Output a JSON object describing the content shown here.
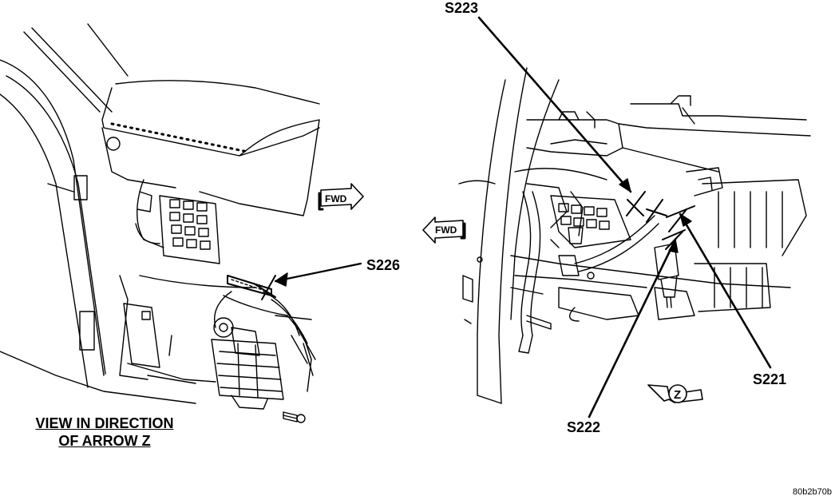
{
  "callouts": {
    "s226": "S226",
    "s223": "S223",
    "s221": "S221",
    "s222": "S222"
  },
  "fwd_label_left_view": "FWD",
  "fwd_label_right_view": "FWD",
  "z_arrow_label": "Z",
  "view_caption": {
    "line1": "VIEW IN DIRECTION",
    "line2": "OF ARROW Z"
  },
  "image_id": "80b2b70b",
  "colors": {
    "ink": "#000000",
    "paper": "#ffffff"
  }
}
